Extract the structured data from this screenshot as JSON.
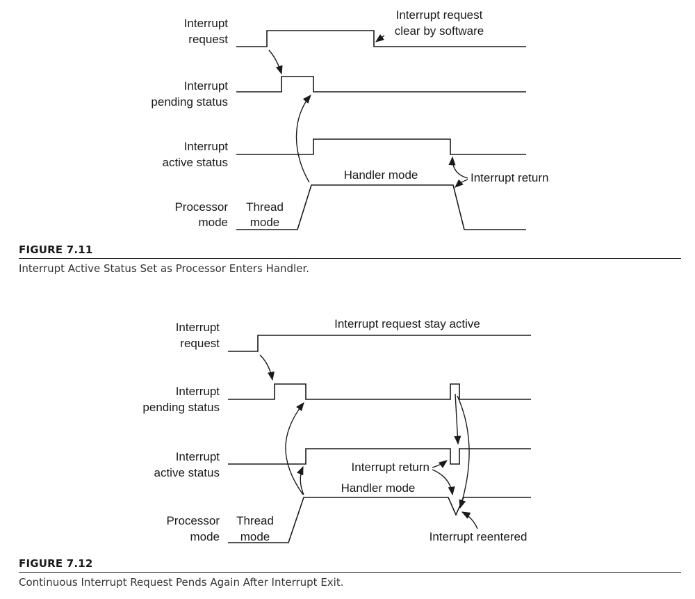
{
  "figures": [
    {
      "number": "FIGURE 7.11",
      "caption": "Interrupt Active Status Set as Processor Enters Handler.",
      "labels": {
        "interrupt_request": [
          "Interrupt",
          "request"
        ],
        "pending_status": [
          "Interrupt",
          "pending status"
        ],
        "active_status": [
          "Interrupt",
          "active status"
        ],
        "processor_mode": [
          "Processor",
          "mode"
        ],
        "thread_mode": [
          "Thread",
          "mode"
        ],
        "handler_mode": "Handler mode",
        "request_clear": [
          "Interrupt request",
          "clear by software"
        ],
        "interrupt_return": "Interrupt return"
      }
    },
    {
      "number": "FIGURE 7.12",
      "caption": "Continuous Interrupt Request Pends Again After Interrupt Exit.",
      "labels": {
        "interrupt_request": [
          "Interrupt",
          "request"
        ],
        "pending_status": [
          "Interrupt",
          "pending status"
        ],
        "active_status": [
          "Interrupt",
          "active status"
        ],
        "processor_mode": [
          "Processor",
          "mode"
        ],
        "thread_mode": [
          "Thread",
          "mode"
        ],
        "handler_mode": "Handler mode",
        "request_stay_active": "Interrupt request stay active",
        "interrupt_return": "Interrupt return",
        "interrupt_reentered": "Interrupt reentered"
      }
    }
  ]
}
